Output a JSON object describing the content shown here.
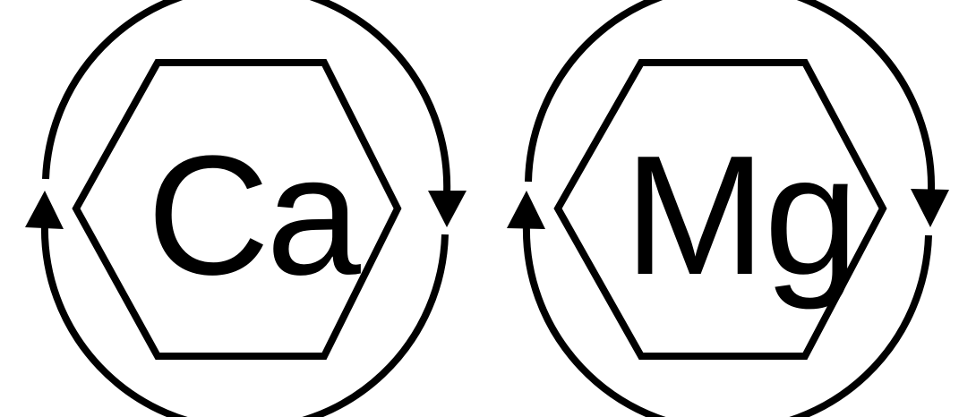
{
  "diagram": {
    "stroke_color": "#000000",
    "background": "#ffffff",
    "units": [
      {
        "symbol": "Ca",
        "shape": "hexagon",
        "cycle": "circular-arrows",
        "arrow_left": "up",
        "arrow_right": "down"
      },
      {
        "symbol": "Mg",
        "shape": "hexagon",
        "cycle": "circular-arrows",
        "arrow_left": "up",
        "arrow_right": "down"
      }
    ]
  }
}
